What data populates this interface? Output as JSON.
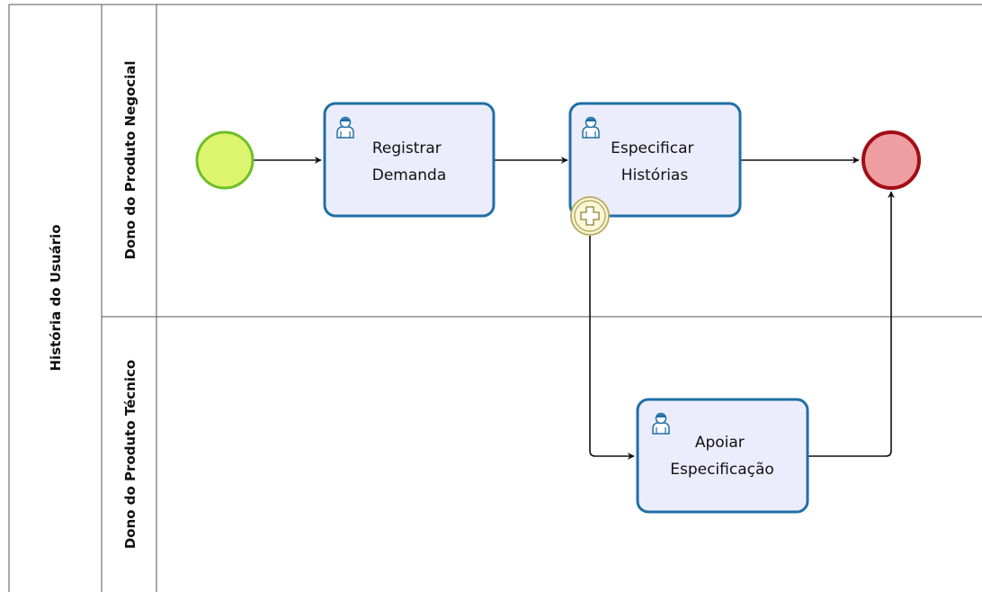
{
  "pool": {
    "label": "História do Usuário"
  },
  "lanes": [
    {
      "label": "Dono do Produto Negocial"
    },
    {
      "label": "Dono do Produto Técnico"
    }
  ],
  "tasks": {
    "registrar": {
      "type": "user-task",
      "line1": "Registrar",
      "line2": "Demanda"
    },
    "especificar": {
      "type": "user-task",
      "line1": "Especificar",
      "line2": "Histórias",
      "boundary_event": "parallel-multiple"
    },
    "apoiar": {
      "type": "user-task",
      "line1": "Apoiar",
      "line2": "Especificação"
    }
  },
  "events": {
    "start": {
      "type": "start-event"
    },
    "end": {
      "type": "end-event"
    }
  },
  "colors": {
    "task_fill": "#ecedfc",
    "task_stroke": "#1f6fa6",
    "start_fill": "#ddf56e",
    "start_stroke": "#6fbe2a",
    "end_fill": "#ef9ea3",
    "end_stroke": "#a20e14",
    "boundary_fill": "#fbf7d6",
    "boundary_stroke": "#b5a95f",
    "line": "#111111",
    "border": "#555555"
  }
}
